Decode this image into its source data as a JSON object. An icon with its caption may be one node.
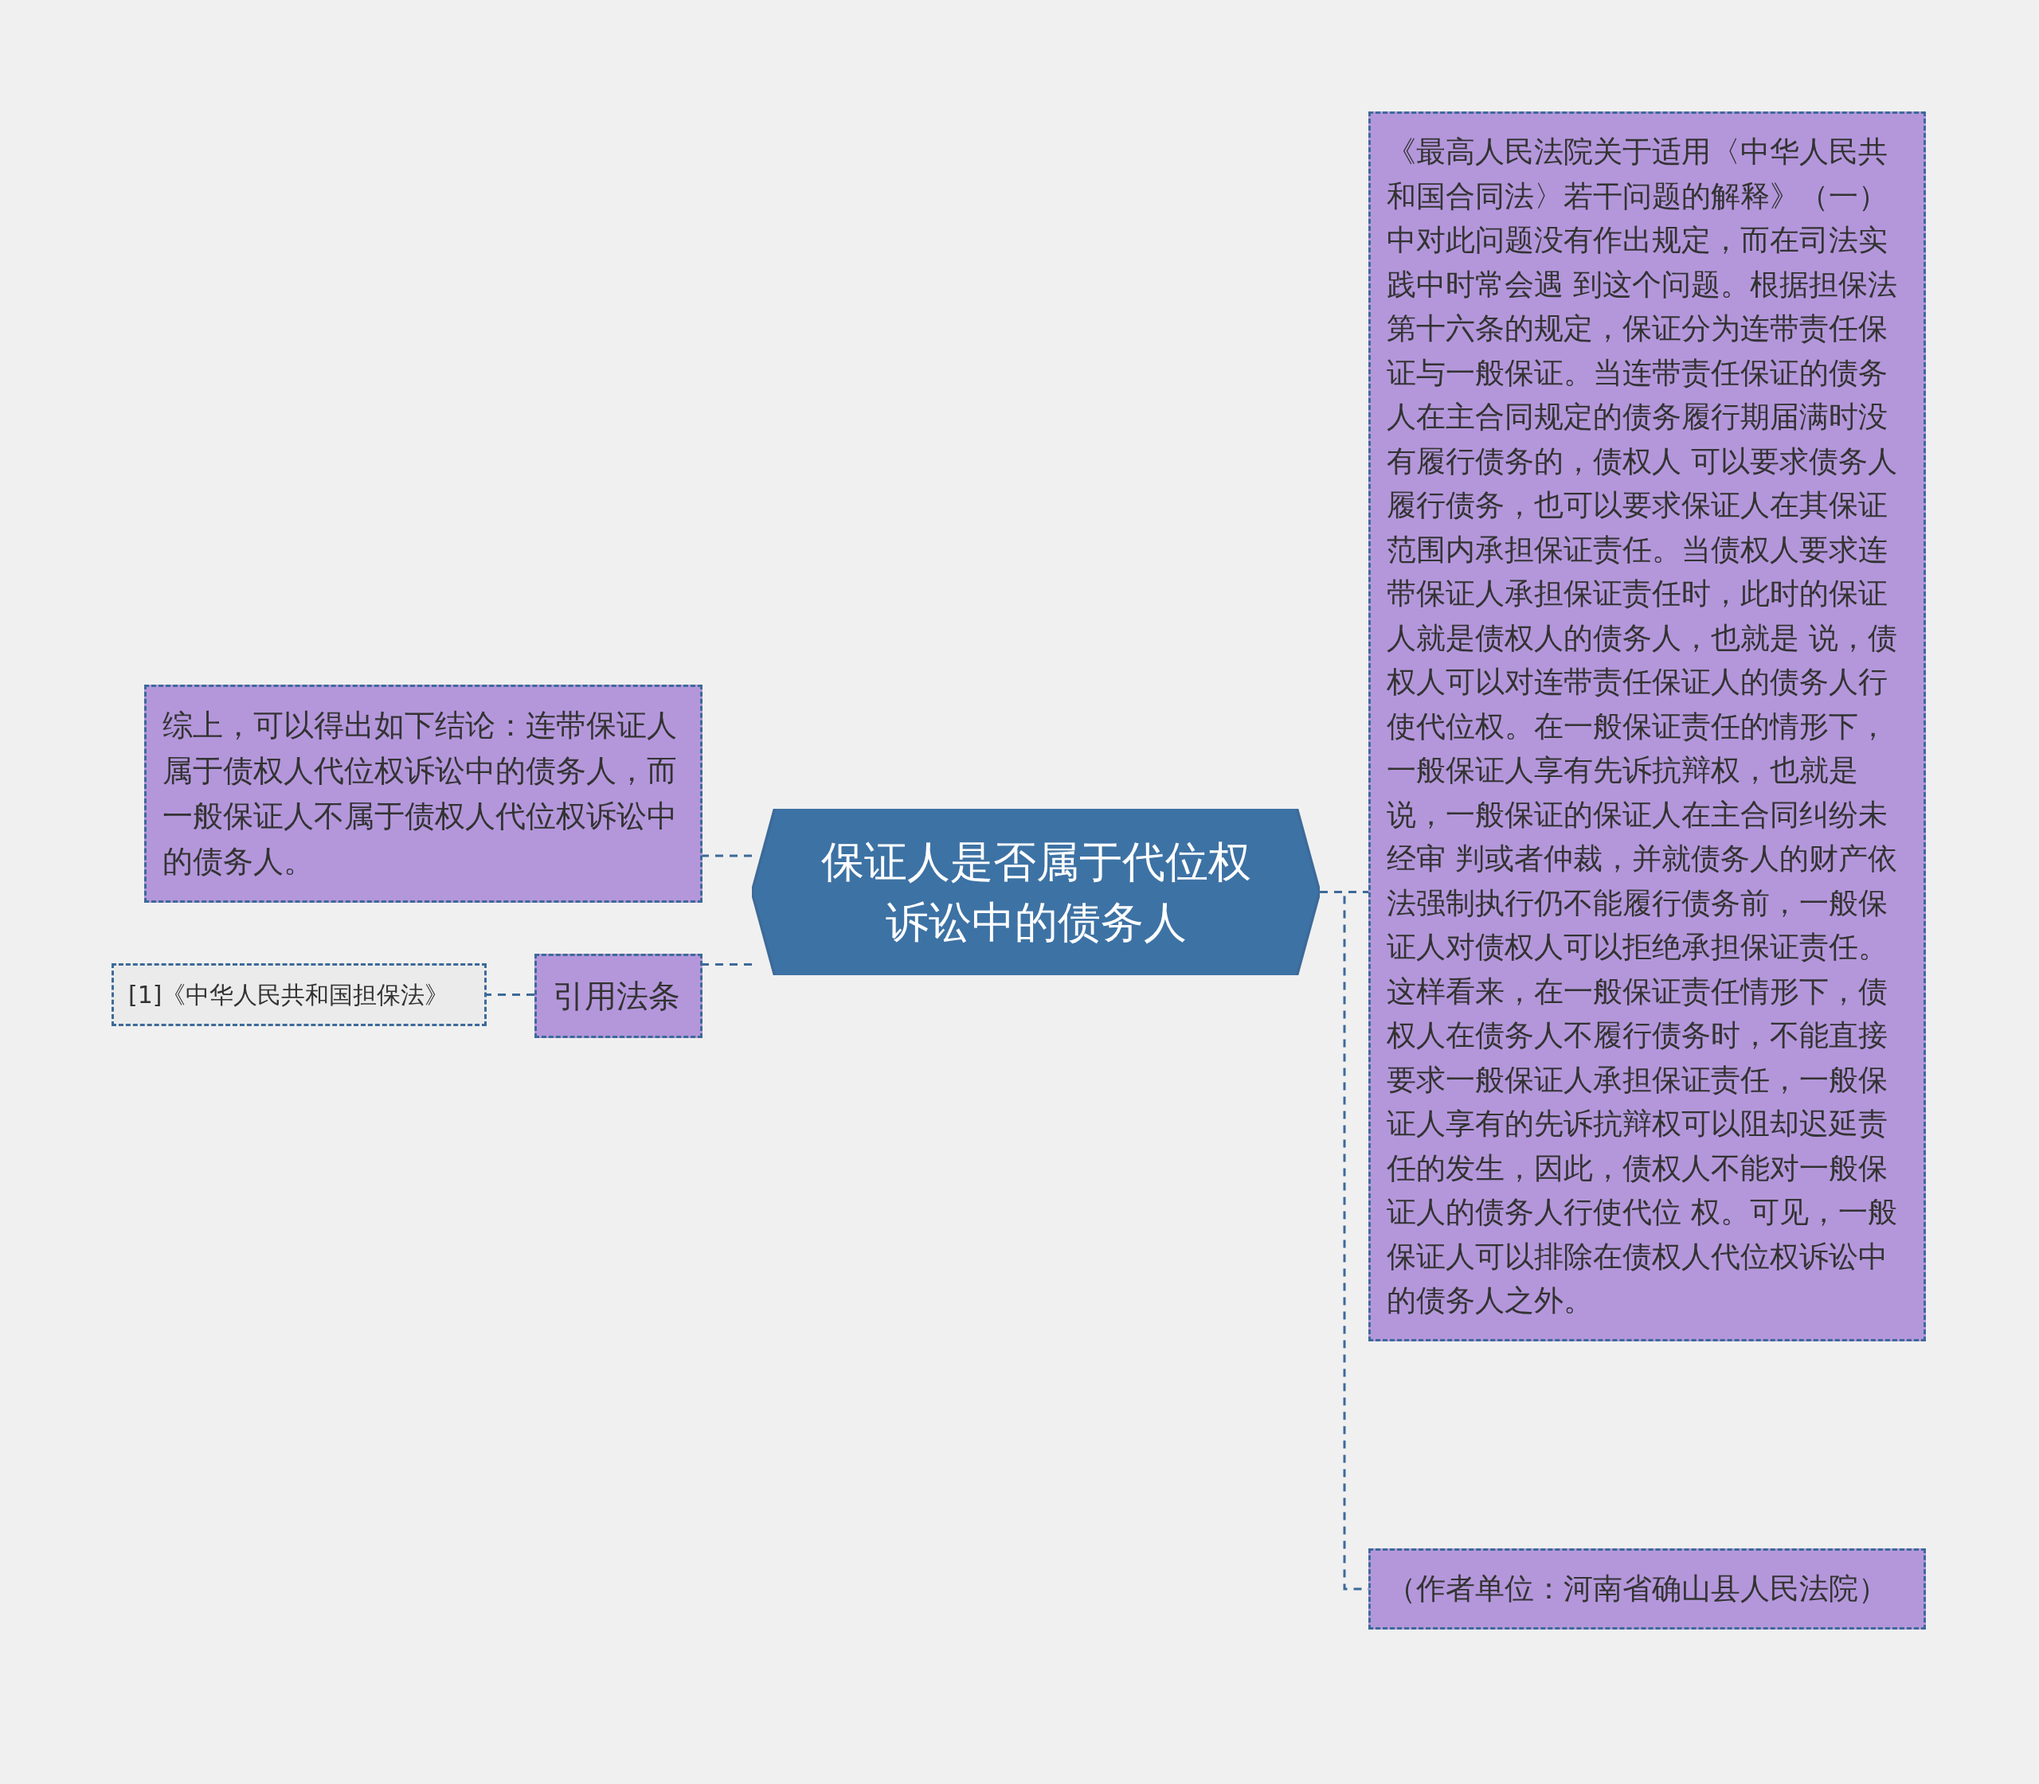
{
  "diagram": {
    "nodes": [
      {
        "text": [
          "保证人是否属于代位权诉讼中的债务人"
        ]
      },
      {
        "text": [
          "综上，可以得出如下结论：连带保证人属于债权人代位权诉讼中的债务人，而一般保证人不属于债权人代位权诉讼中的债务人。"
        ]
      },
      {
        "text": [
          "引用法条"
        ]
      },
      {
        "text": [
          "[1]《中华人民共和国担保法》"
        ]
      },
      {
        "text": [
          "《最高人民法院关于适用〈中华人民共和国合同法〉若干问题的解释》（一）中对此问题没有作出规定，而在司法实践中时常会遇 到这个问题。根据担保法第十六条的规定，保证分为连带责任保证与一般保证。当连带责任保证的债务人在主合同规定的债务履行期届满时没有履行债务的，债权人 可以要求债务人履行债务，也可以要求保证人在其保证范围内承担保证责任。当债权人要求连带保证人承担保证责任时，此时的保证人就是债权人的债务人，也就是 说，债权人可以对连带责任保证人的债务人行使代位权。在一般保证责任的情形下，一般保证人享有先诉抗辩权，也就是说，一般保证的保证人在主合同纠纷未经审 判或者仲裁，并就债务人的财产依法强制执行仍不能履行债务前，一般保证人对债权人可以拒绝承担保证责任。这样看来，在一般保证责任情形下，债权人在债务人不履行债务时，不能直接要求一般保证人承担保证责任，一般保证人享有的先诉抗辩权可以阻却迟延责任的发生，因此，债权人不能对一般保证人的债务人行使代位 权。可见，一般保证人可以排除在债权人代位权诉讼中的债务人之外。"
        ]
      },
      {
        "text": [
          "（作者单位：河南省确山县人民法院）"
        ]
      }
    ],
    "edges": [
      {
        "from": 0,
        "to": 1,
        "arrow": "none",
        "style": "dashed"
      },
      {
        "from": 0,
        "to": 2,
        "arrow": "none",
        "style": "dashed"
      },
      {
        "from": 2,
        "to": 3,
        "arrow": "none",
        "style": "dashed"
      },
      {
        "from": 0,
        "to": 4,
        "arrow": "none",
        "style": "dashed"
      },
      {
        "from": 0,
        "to": 5,
        "arrow": "none",
        "style": "dashed"
      }
    ]
  }
}
